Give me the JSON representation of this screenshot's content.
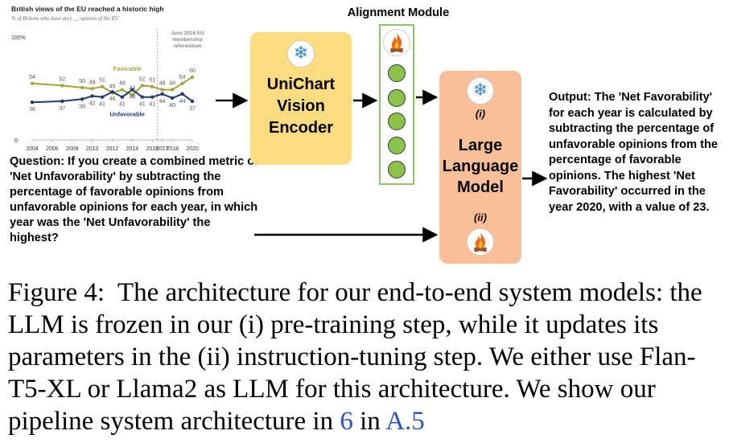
{
  "chart_data": {
    "type": "line",
    "title": "British views of the EU reached a historic high",
    "subtitle": "% of Britons who have a(n) __ opinion of the EU",
    "y_top_label": "100%",
    "annotation": "June 2016 EU membership referendum",
    "y_zero_label": "0",
    "x_ticks": [
      "2004",
      "2006",
      "2008",
      "2010",
      "2012",
      "2014",
      "2016",
      "2017",
      "2018",
      "2020"
    ],
    "series": [
      {
        "name": "Favorable",
        "color": "#a4a43c",
        "points": [
          [
            2004,
            54
          ],
          [
            2007,
            52
          ],
          [
            2009,
            50
          ],
          [
            2010,
            49
          ],
          [
            2011,
            51
          ],
          [
            2012,
            45
          ],
          [
            2013,
            48
          ],
          [
            2014,
            43
          ],
          [
            2015,
            52
          ],
          [
            2016,
            51
          ],
          [
            2017,
            48
          ],
          [
            2018,
            48
          ],
          [
            2019,
            54
          ],
          [
            2020,
            60
          ]
        ],
        "labels": [
          "54",
          "52",
          "50",
          "49",
          "51",
          "45",
          "48",
          "43",
          "52",
          "51",
          "48",
          "48",
          "54",
          "60"
        ]
      },
      {
        "name": "Unfavorable",
        "color": "#1f3b73",
        "points": [
          [
            2004,
            36
          ],
          [
            2007,
            37
          ],
          [
            2009,
            39
          ],
          [
            2010,
            42
          ],
          [
            2011,
            41
          ],
          [
            2012,
            46
          ],
          [
            2013,
            41
          ],
          [
            2014,
            48
          ],
          [
            2015,
            41
          ],
          [
            2016,
            41
          ],
          [
            2017,
            44
          ],
          [
            2018,
            40
          ],
          [
            2019,
            44
          ],
          [
            2020,
            37
          ]
        ],
        "labels": [
          "36",
          "37",
          "39",
          "42",
          "41",
          "46",
          "41",
          "48",
          "41",
          "41",
          "44",
          "40",
          "44",
          "37"
        ]
      }
    ],
    "xlim": [
      2004,
      2020
    ],
    "ylim": [
      0,
      100
    ],
    "referendum_year": 2016.5
  },
  "question": "Question: If you create a combined metric of 'Net Unfavorability' by subtracting the percentage of favorable opinions from unfavorable opinions for each year, in which year was the 'Net Unfavorability' the highest?",
  "encoder": {
    "line1": "UniChart",
    "line2": "Vision",
    "line3": "Encoder"
  },
  "alignment": {
    "title": "Alignment Module"
  },
  "llm": {
    "marker_i": "(i)",
    "marker_ii": "(ii)",
    "line1": "Large",
    "line2": "Language",
    "line3": "Model"
  },
  "output": "Output: The 'Net Favorability' for each year is calculated by subtracting the percentage of unfavorable opinions from the percentage of favorable opinions. The highest 'Net Favorability' occurred in the year 2020, with a value of 23.",
  "icons": {
    "frozen": "snowflake-icon",
    "trainable": "fire-icon"
  },
  "caption": {
    "label": "Figure 4:",
    "text_before": "The architecture for our end-to-end system models: the LLM is frozen in our (i) pre-training step, while it updates its parameters in the (ii) instruction-tuning step. We either use Flan-T5-XL or Llama2 as LLM for this architecture. We show our pipeline system architecture in",
    "ref1": "6",
    "mid": "in",
    "ref2": "A.5"
  }
}
